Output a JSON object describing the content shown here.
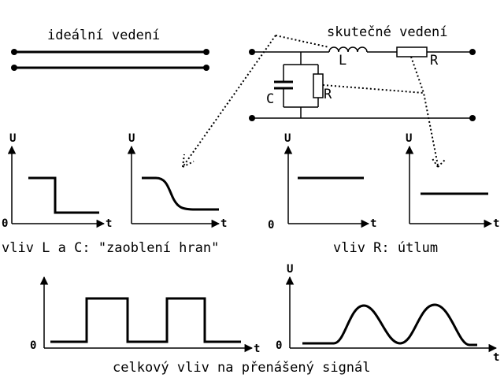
{
  "ideal": {
    "label": "ideální vedení"
  },
  "real": {
    "label": "skutečné vedení",
    "inductor": "L",
    "resistor_series": "R",
    "capacitor": "C",
    "resistor_shunt": "R"
  },
  "graphs": {
    "ideal_step": {
      "u_label": "U",
      "zero_label": "0",
      "t_label": "t"
    },
    "rounded_step": {
      "u_label": "U",
      "t_label": "t"
    },
    "r_full": {
      "u_label": "U",
      "zero_label": "0",
      "t_label": "t"
    },
    "r_atten": {
      "u_label": "U",
      "t_label": "t"
    },
    "square": {
      "zero_label": "0",
      "t_label": "t"
    },
    "smooth": {
      "u_label": "U",
      "zero_label": "0",
      "t_label": "t"
    }
  },
  "captions": {
    "lc": "vliv L a C: \"zaoblení hran\"",
    "r": "vliv R: útlum",
    "total": "celkový vliv na přenášený signál"
  }
}
